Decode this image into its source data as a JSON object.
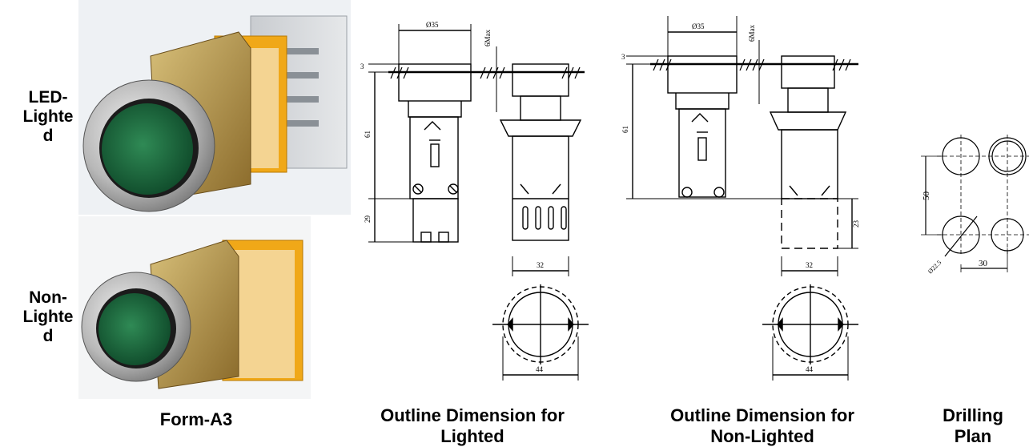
{
  "labels": {
    "led_lighted": "LED-Lighted",
    "non_lighted": "Non-Lighted"
  },
  "captions": {
    "form": "Form-A3",
    "outline_lighted_line1": "Outline Dimension for",
    "outline_lighted_line2": "Lighted",
    "outline_non_lighted_line1": "Outline Dimension for",
    "outline_non_lighted_line2": "Non-Lighted",
    "drilling_line1": "Drilling",
    "drilling_line2": "Plan"
  },
  "dimensions": {
    "diameter": "Ø35",
    "max": "6Max",
    "top": "3",
    "height": "61",
    "lower_lighted": "29",
    "lower_non_lighted": "23",
    "width": "32",
    "bezel": "44",
    "pitch_vertical": "50",
    "pitch_horizontal": "30",
    "hole": "Ø22.5"
  }
}
